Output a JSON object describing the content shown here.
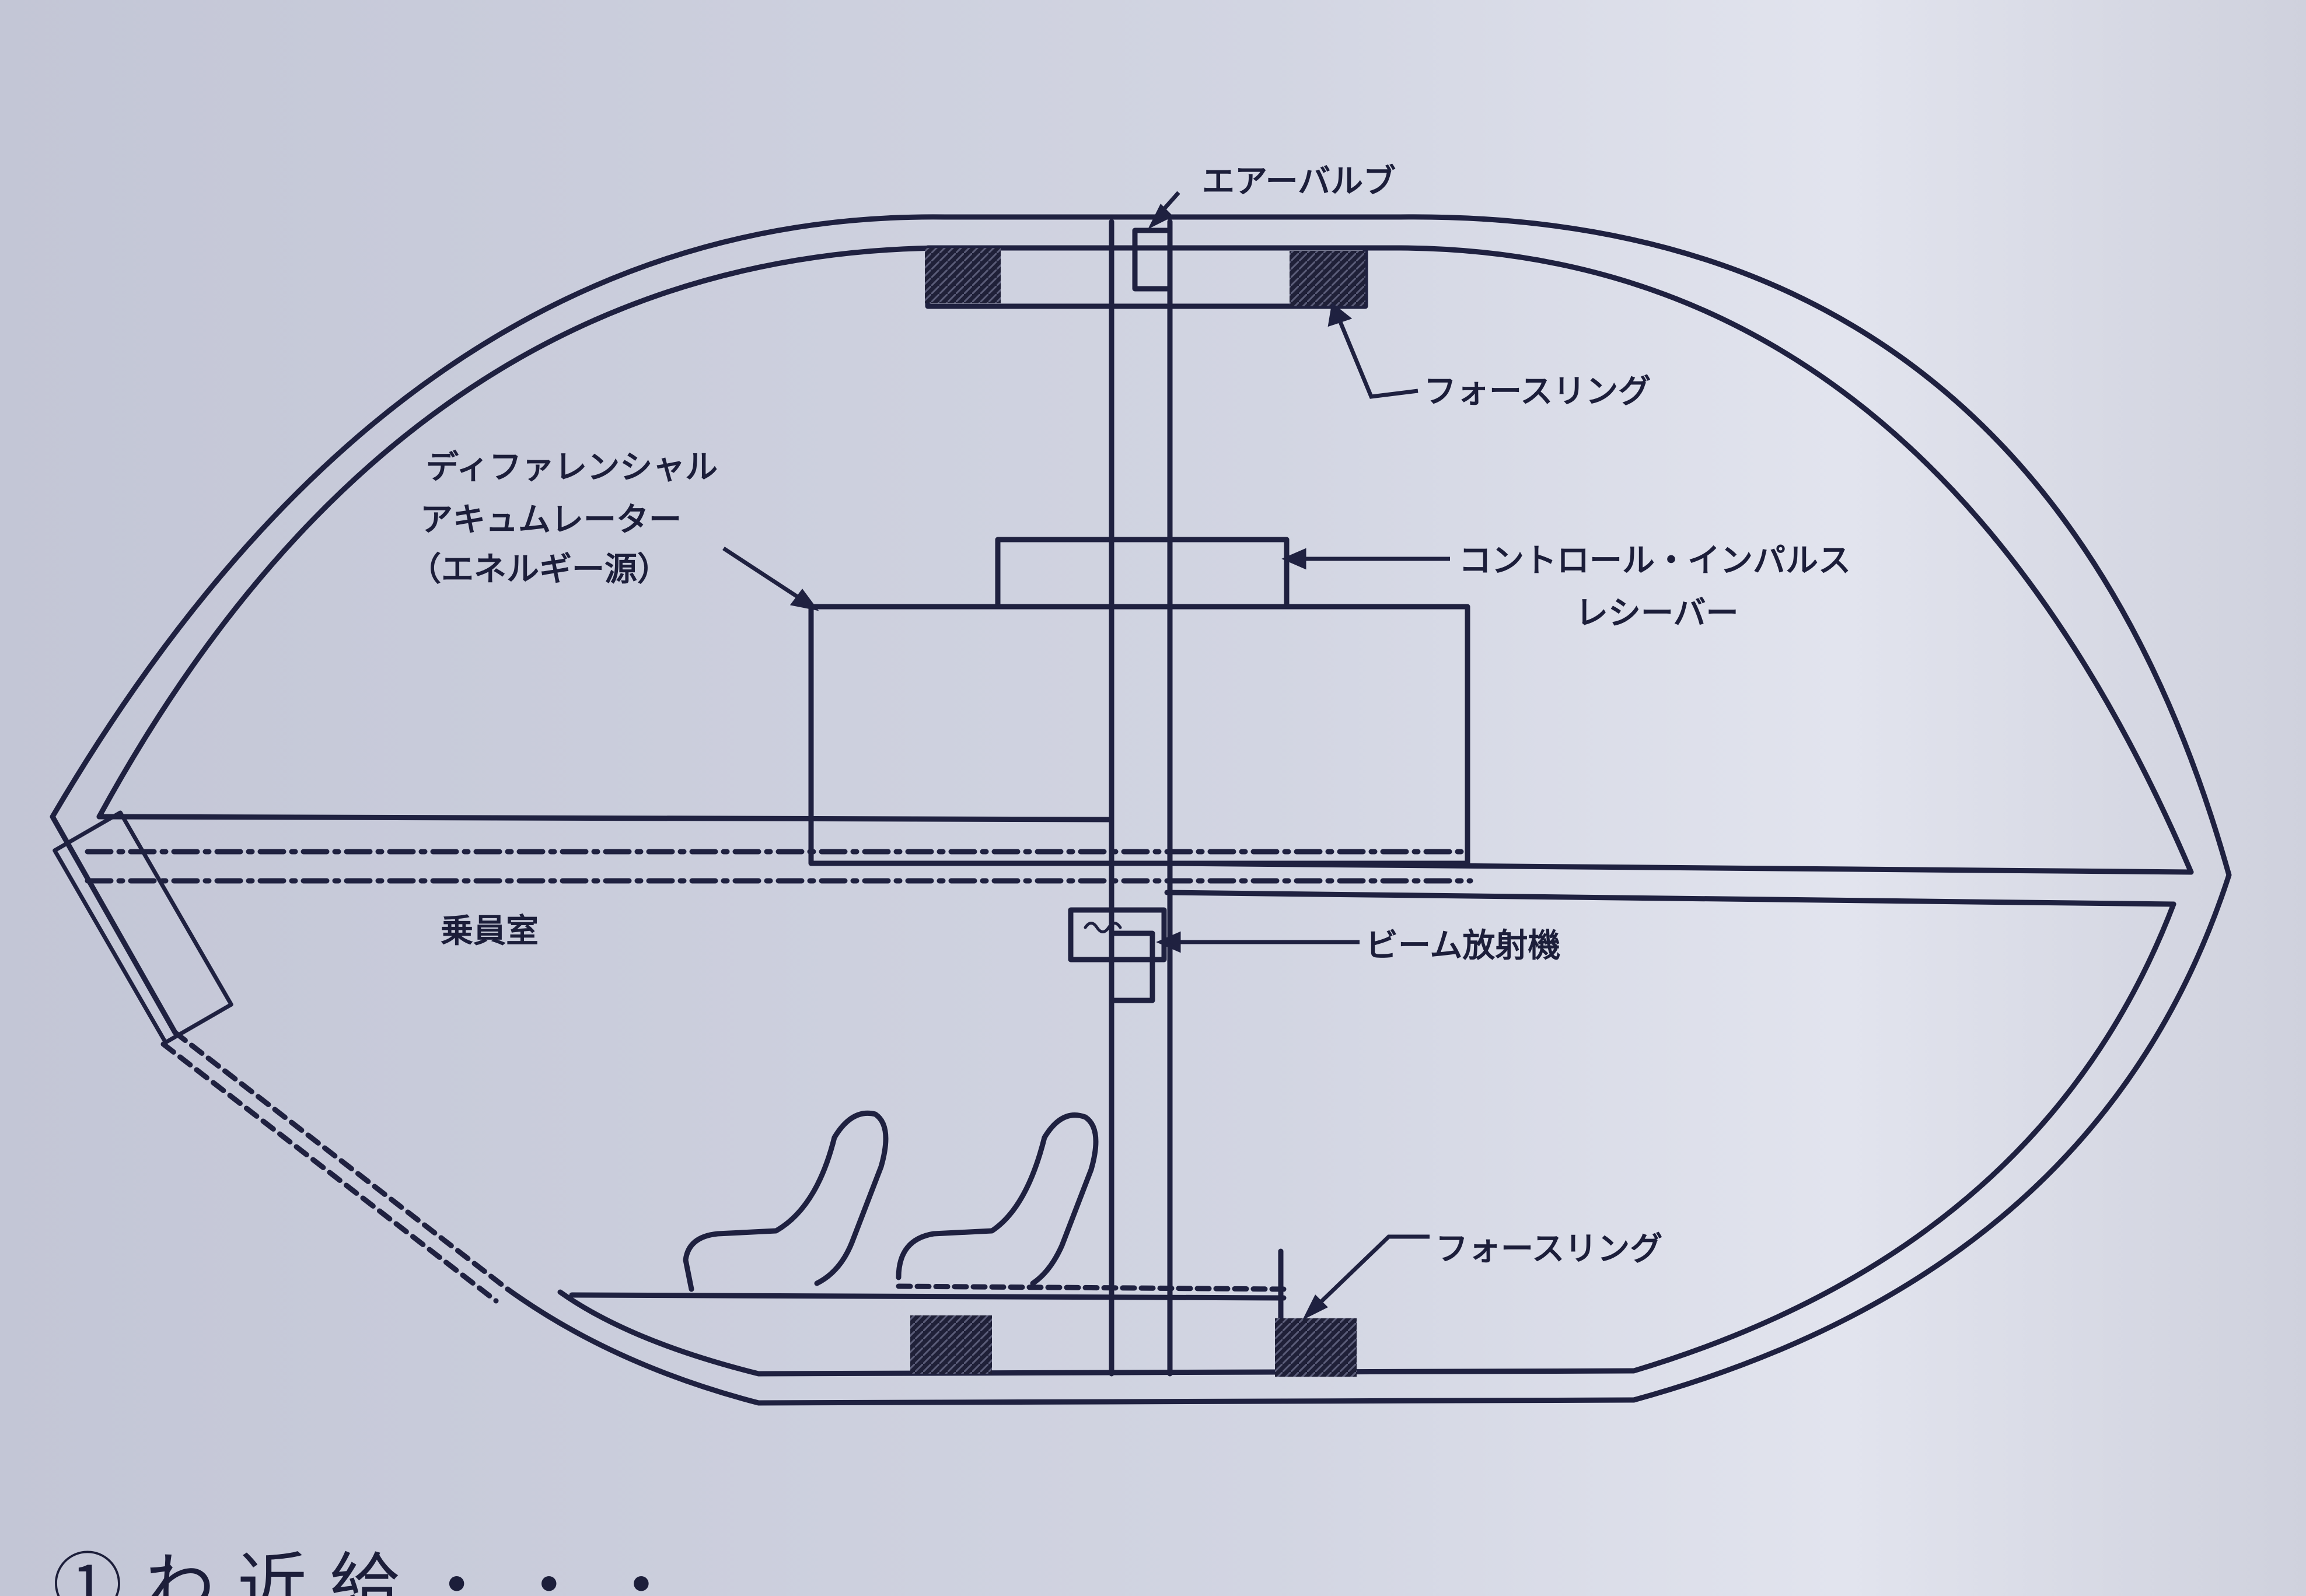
{
  "diagram": {
    "labels": {
      "air_valve": "エアーバルブ",
      "force_ring_top": "フォースリング",
      "accumulator_line1": "ディファレンシャル",
      "accumulator_line2": "アキュムレーター",
      "accumulator_line3": "（エネルギー源）",
      "receiver_line1": "コントロール・インパルス",
      "receiver_line2": "レシーバー",
      "crew_room": "乗員室",
      "beam_emitter": "ビーム放射機",
      "force_ring_bottom": "フォースリング"
    },
    "caption_fragment": "① わ 近 給 ・ ・ ・"
  }
}
